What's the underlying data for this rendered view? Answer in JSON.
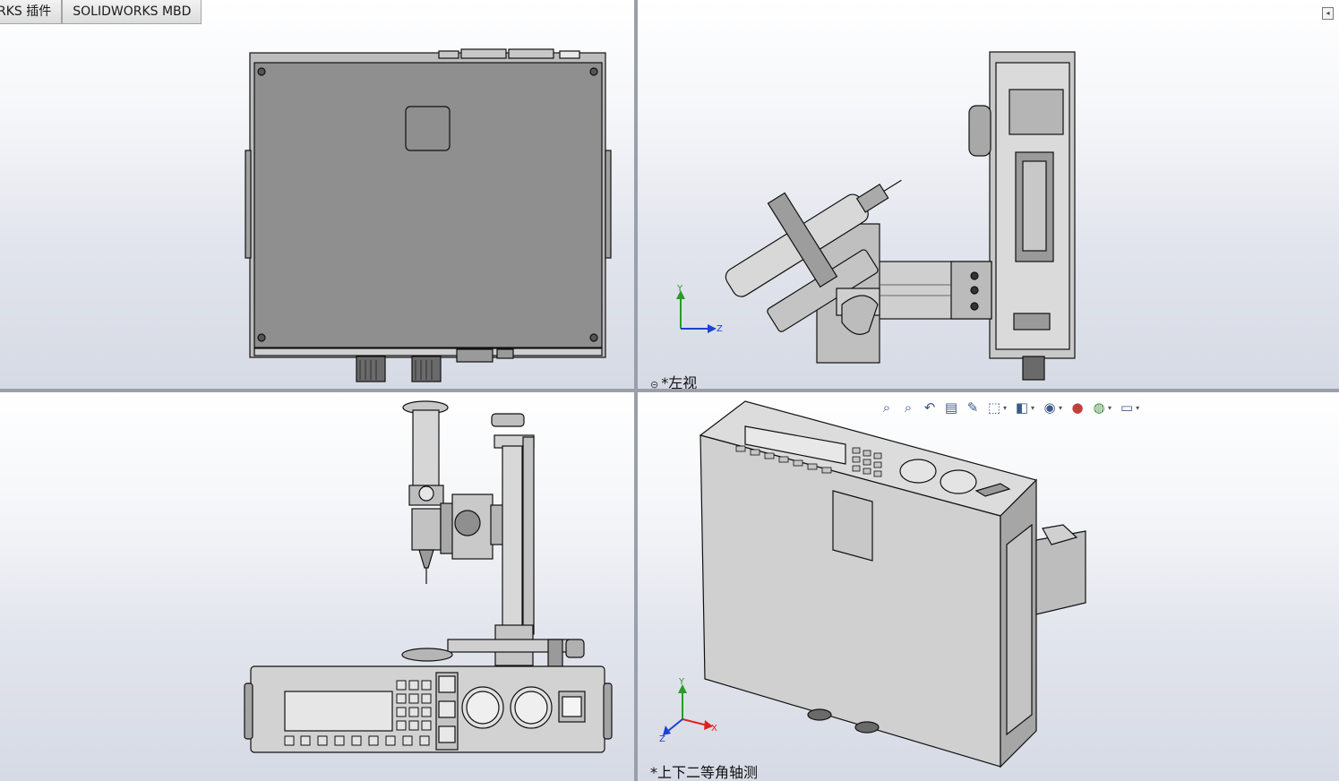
{
  "tabs": [
    {
      "label": "RKS 插件"
    },
    {
      "label": "SOLIDWORKS MBD"
    }
  ],
  "viewports": {
    "top_right": {
      "label": "*左视"
    },
    "bottom_right": {
      "label": "*上下二等角轴测"
    }
  },
  "triad": {
    "x": "X",
    "y": "Y",
    "z": "Z"
  },
  "toolbar": {
    "icons": [
      "zoom-to-fit-icon",
      "zoom-area-icon",
      "previous-view-icon",
      "section-view-icon",
      "dynamic-annotation-icon",
      "view-orientation-icon",
      "display-style-icon",
      "hide-show-icon",
      "edit-appearance-icon",
      "apply-scene-icon",
      "view-settings-icon"
    ]
  },
  "colors": {
    "metal": "#8e8e8e",
    "metal_light": "#c4c4c4",
    "panel": "#d4d4d4",
    "edge": "#111111",
    "triad_x": "#e02020",
    "triad_y": "#2a9a2a",
    "triad_z": "#2040d0"
  }
}
